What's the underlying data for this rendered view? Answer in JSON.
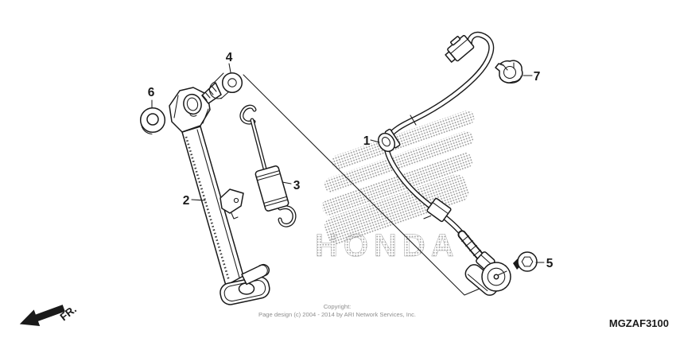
{
  "diagram": {
    "code": "MGZAF3100",
    "fr_label": "FR.",
    "watermark_text": "HONDA",
    "copyright": {
      "line1": "Copyright:",
      "line2": "Page design (c) 2004 - 2014 by ARI Network Services, Inc."
    },
    "callouts": [
      {
        "num": "1",
        "part": "switch-harness-grommet"
      },
      {
        "num": "2",
        "part": "side-stand-bar"
      },
      {
        "num": "3",
        "part": "side-stand-spring"
      },
      {
        "num": "4",
        "part": "pivot-bolt"
      },
      {
        "num": "5",
        "part": "switch-mount-bolt"
      },
      {
        "num": "6",
        "part": "pivot-nut"
      },
      {
        "num": "7",
        "part": "harness-clip"
      }
    ],
    "colors": {
      "line": "#1a1a1a",
      "watermark_dots": "#9a9a9a",
      "muted_text": "#8f8f8f",
      "background": "#ffffff"
    }
  }
}
